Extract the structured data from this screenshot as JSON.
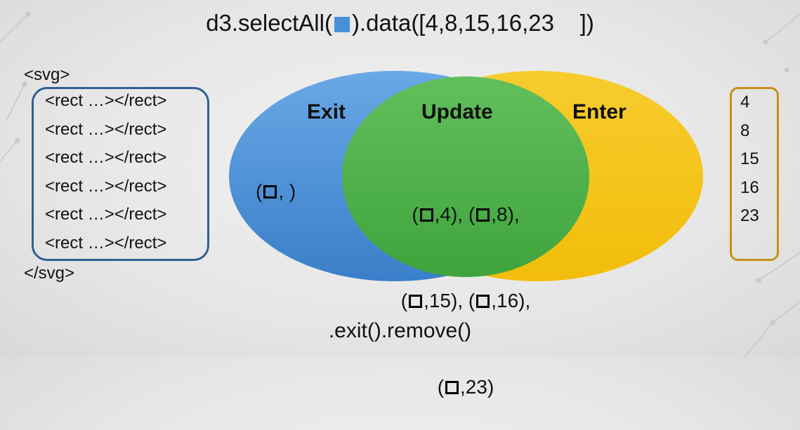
{
  "title": {
    "prefix": "d3.selectAll(",
    "suffix": ").data([4,8,15,16,23    ])"
  },
  "svg_code": {
    "open_tag": "<svg>",
    "close_tag": "</svg>",
    "rects": [
      "<rect …></rect>",
      "<rect …></rect>",
      "<rect …></rect>",
      "<rect …></rect>",
      "<rect …></rect>",
      "<rect …></rect>"
    ]
  },
  "venn": {
    "exit_label": "Exit",
    "update_label": "Update",
    "enter_label": "Enter",
    "exit_item": {
      "open": "(",
      "close": ", )"
    },
    "update_items": [
      {
        "open": "(",
        "close": ",4)"
      },
      {
        "open": "(",
        "close": ",8)"
      },
      {
        "open": "(",
        "close": ",15)"
      },
      {
        "open": "(",
        "close": ",16)"
      },
      {
        "open": "(",
        "close": ",23)"
      }
    ],
    "colors": {
      "exit": "#4a90d9",
      "update": "#4cb04a",
      "enter": "#f5c518"
    }
  },
  "data_values": [
    "4",
    "8",
    "15",
    "16",
    "23"
  ],
  "footer": ".exit().remove()"
}
